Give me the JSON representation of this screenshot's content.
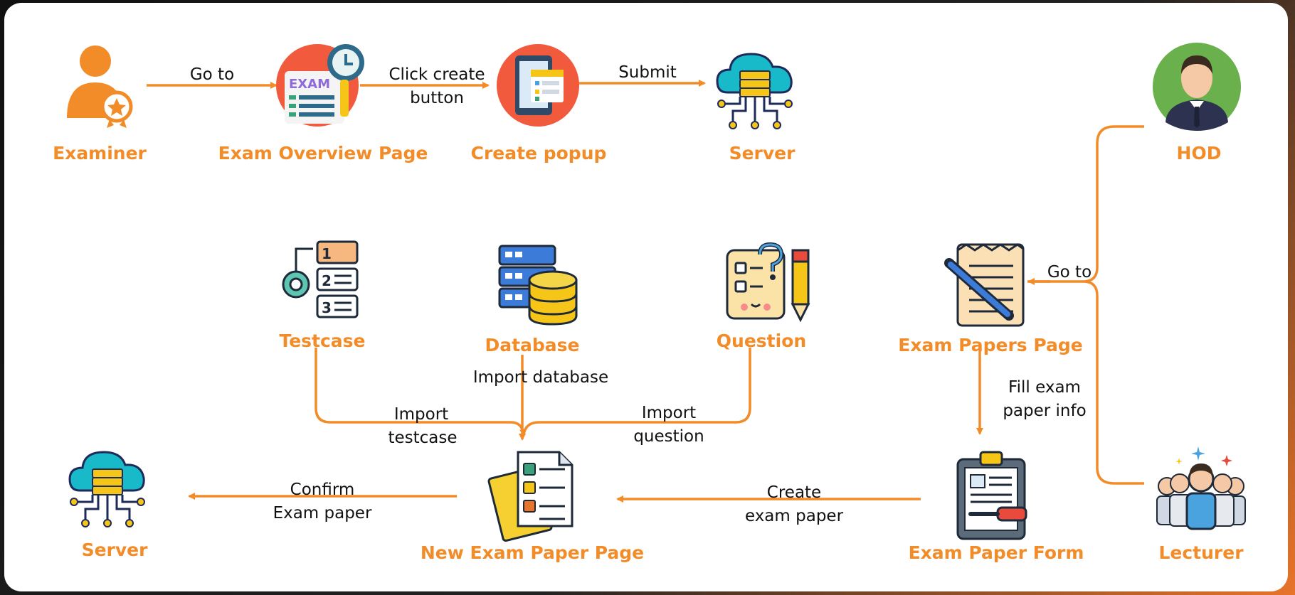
{
  "colors": {
    "accent": "#f28c28",
    "text": "#111111",
    "background": "#ffffff"
  },
  "nodes": {
    "examiner": {
      "label": "Examiner",
      "icon": "examiner-person-badge-icon"
    },
    "exam_overview": {
      "label": "Exam Overview Page",
      "icon": "exam-clock-icon"
    },
    "create_popup": {
      "label": "Create popup",
      "icon": "tablet-form-icon"
    },
    "server_top": {
      "label": "Server",
      "icon": "cloud-server-icon"
    },
    "hod": {
      "label": "HOD",
      "icon": "businessman-avatar-icon"
    },
    "testcase": {
      "label": "Testcase",
      "icon": "testcase-list-gear-icon"
    },
    "database": {
      "label": "Database",
      "icon": "database-server-icon"
    },
    "question": {
      "label": "Question",
      "icon": "question-pencil-icon"
    },
    "exam_papers": {
      "label": "Exam Papers Page",
      "icon": "notepad-pen-icon"
    },
    "server_bottom": {
      "label": "Server",
      "icon": "cloud-server-icon"
    },
    "new_exam_paper": {
      "label": "New Exam Paper Page",
      "icon": "checklist-document-icon"
    },
    "exam_paper_form": {
      "label": "Exam Paper Form",
      "icon": "clipboard-form-icon"
    },
    "lecturer": {
      "label": "Lecturer",
      "icon": "lecturer-group-icon"
    }
  },
  "edges": {
    "go_to_1": [
      "Go to"
    ],
    "click_create": [
      "Click create",
      "button"
    ],
    "submit": [
      "Submit"
    ],
    "go_to_2": [
      "Go to"
    ],
    "import_database": [
      "Import database"
    ],
    "import_testcase": [
      "Import",
      "testcase"
    ],
    "import_question": [
      "Import",
      "question"
    ],
    "fill_info": [
      "Fill exam",
      "paper info"
    ],
    "create_exam_paper": [
      "Create",
      "exam paper"
    ],
    "confirm": [
      "Confirm",
      "Exam paper"
    ]
  }
}
